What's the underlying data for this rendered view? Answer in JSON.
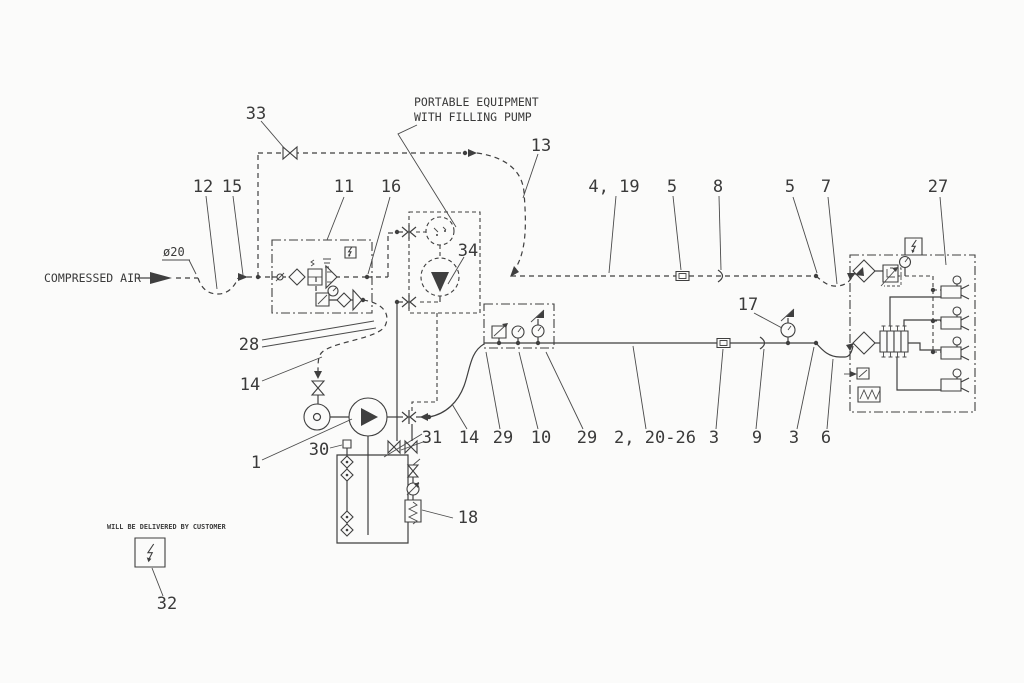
{
  "colors": {
    "background": "#fbfbfa",
    "line": "#3f3f3f"
  },
  "texts": {
    "compressed_air": "COMPRESSED AIR",
    "portable_equipment_line1": "PORTABLE EQUIPMENT",
    "portable_equipment_line2": "WITH FILLING PUMP",
    "pipe_diameter": "ø20",
    "customer_note": "WILL BE DELIVERED BY CUSTOMER"
  },
  "callouts": {
    "c33": "33",
    "c12": "12",
    "c15": "15",
    "c11": "11",
    "c16": "16",
    "c13": "13",
    "c4_19": "4, 19",
    "c5a": "5",
    "c8": "8",
    "c5b": "5",
    "c7": "7",
    "c27": "27",
    "c34": "34",
    "c17": "17",
    "c28": "28",
    "c14a": "14",
    "c1": "1",
    "c30": "30",
    "c31": "31",
    "c14b": "14",
    "c29a": "29",
    "c10": "10",
    "c29b": "29",
    "c2_20_26": "2, 20-26",
    "c3a": "3",
    "c9": "9",
    "c3b": "3",
    "c6": "6",
    "c18": "18",
    "c32": "32"
  }
}
